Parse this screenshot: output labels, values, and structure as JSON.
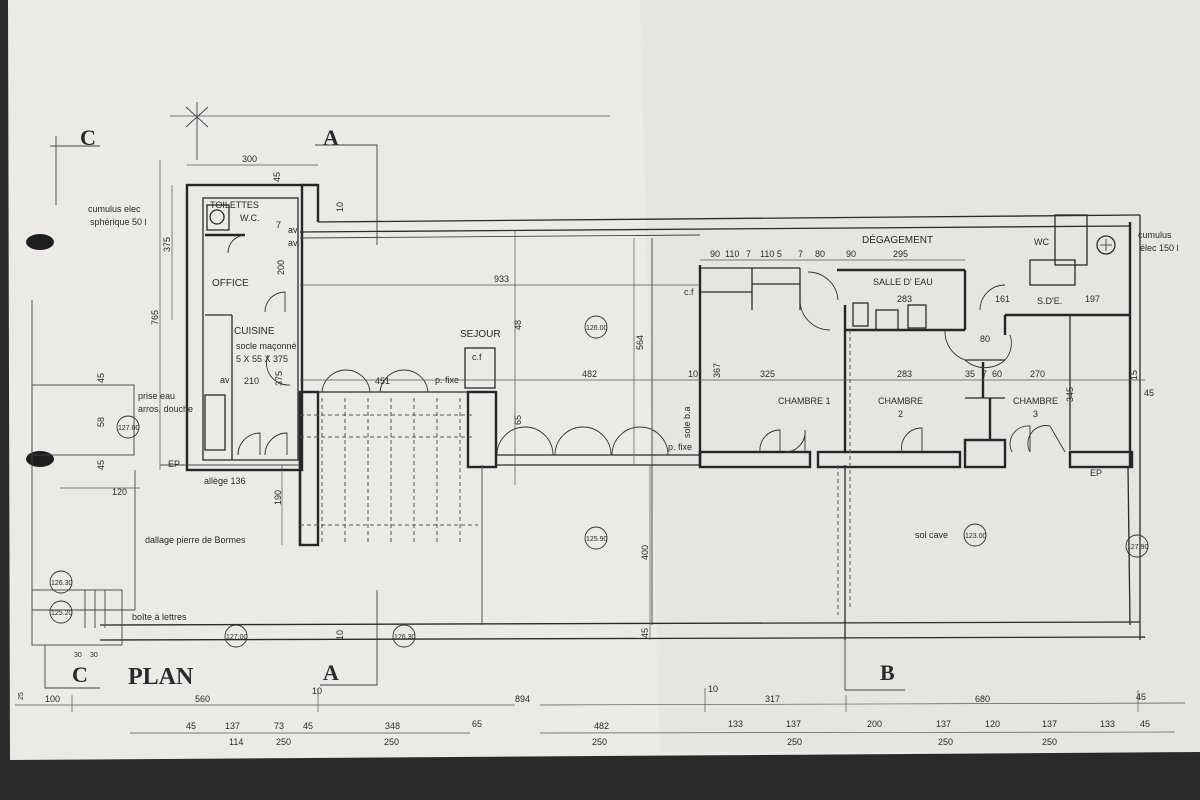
{
  "colors": {
    "paper": "#ecebe7",
    "ink": "#262626",
    "background": "#2b2a28"
  },
  "title": "PLAN",
  "sections": {
    "c": "C",
    "a": "A",
    "b": "B"
  },
  "rooms": {
    "toilettes": "TOILETTES",
    "wc": "W.C.",
    "office": "OFFICE",
    "cuisine": "CUISINE",
    "sejour": "SEJOUR",
    "degagement": "DÉGAGEMENT",
    "salle_eau": "SALLE D' EAU",
    "chambre1": "CHAMBRE 1",
    "chambre2": "CHAMBRE",
    "chambre2_num": "2",
    "chambre3": "CHAMBRE",
    "chambre3_num": "3",
    "sdeau": "S.D'E.",
    "wc2": "WC"
  },
  "notes": {
    "cumulus_left_1": "cumulus elec",
    "cumulus_left_2": "sphérique 50 l",
    "cumulus_right_1": "cumulus",
    "cumulus_right_2": "élec 150 l",
    "socle_1": "socle maçonné",
    "socle_2": "5 X 55 X 375",
    "prise_1": "prise eau",
    "prise_2": "arros. douche",
    "allege": "allège 136",
    "dallage": "dallage pierre de Bormes",
    "boite": "boîte à lettres",
    "sol_cave": "sol cave",
    "ep": "EP",
    "ep2": "EP",
    "cf1": "c.f",
    "cf2": "c.f",
    "pfixe1": "p. fixe",
    "pfixe2": "p. fixe",
    "av1": "av",
    "av2": "av",
    "av3": "av",
    "sole": "sole b.a"
  },
  "levels": [
    "127.00",
    "126.00",
    "125.90",
    "123.00",
    "127.90",
    "126.30",
    "125.20",
    "127.00",
    "126.30"
  ],
  "dims_top": [
    "300",
    "45",
    "10",
    "375",
    "765",
    "200",
    "7",
    "933",
    "482",
    "564",
    "45",
    "10",
    "367",
    "325",
    "283",
    "283",
    "270",
    "345",
    "90",
    "110",
    "7",
    "110 5",
    "7",
    "80",
    "90",
    "295",
    "161",
    "197",
    "80",
    "35",
    "7",
    "60",
    "65",
    "400",
    "190",
    "120",
    "45",
    "58",
    "45",
    "210",
    "375",
    "451",
    "45",
    "10",
    "48",
    "15",
    "30",
    "30",
    "25"
  ],
  "dims_row1": [
    "100",
    "560",
    "894",
    "10",
    "317",
    "680",
    "45",
    "10"
  ],
  "dims_row2": [
    "45",
    "137",
    "73",
    "45",
    "348",
    "65",
    "482",
    "133",
    "137",
    "200",
    "137",
    "120",
    "137",
    "133",
    "45"
  ],
  "dims_row3": [
    "114",
    "250",
    "250",
    "250",
    "250",
    "250",
    "250"
  ]
}
